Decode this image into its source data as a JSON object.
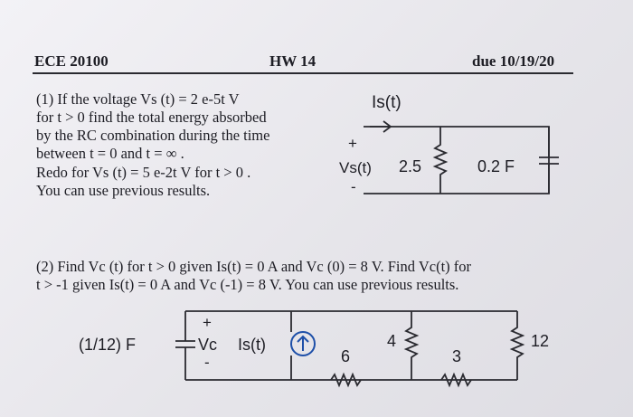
{
  "header": {
    "course": "ECE 20100",
    "hw": "HW 14",
    "due": "due 10/19/20"
  },
  "problem1": {
    "lines": [
      "(1) If the voltage Vs (t) = 2 e-5t V",
      "for t > 0 find the total energy absorbed",
      "by the RC combination during the time",
      "between t = 0 and t = ∞ .",
      "Redo for Vs (t) = 5 e-2t V for t > 0 .",
      "You can use previous results."
    ]
  },
  "circuit1": {
    "current_label": "Is(t)",
    "plus": "+",
    "minus": "-",
    "source_label": "Vs(t)",
    "resistor_value": "2.5",
    "capacitor_value": "0.2 F"
  },
  "problem2": {
    "lines": [
      "(2) Find Vc (t) for t > 0 given Is(t) = 0 A and Vc (0) = 8 V. Find Vc(t) for",
      "t > -1 given Is(t) = 0 A and Vc (-1) = 8 V. You can use previous results."
    ]
  },
  "circuit2": {
    "capacitor_value": "(1/12) F",
    "cap_voltage_label": "Vc",
    "plus": "+",
    "minus": "-",
    "source_label": "Is(t)",
    "r6": "6",
    "r4": "4",
    "r3": "3",
    "r12": "12"
  }
}
